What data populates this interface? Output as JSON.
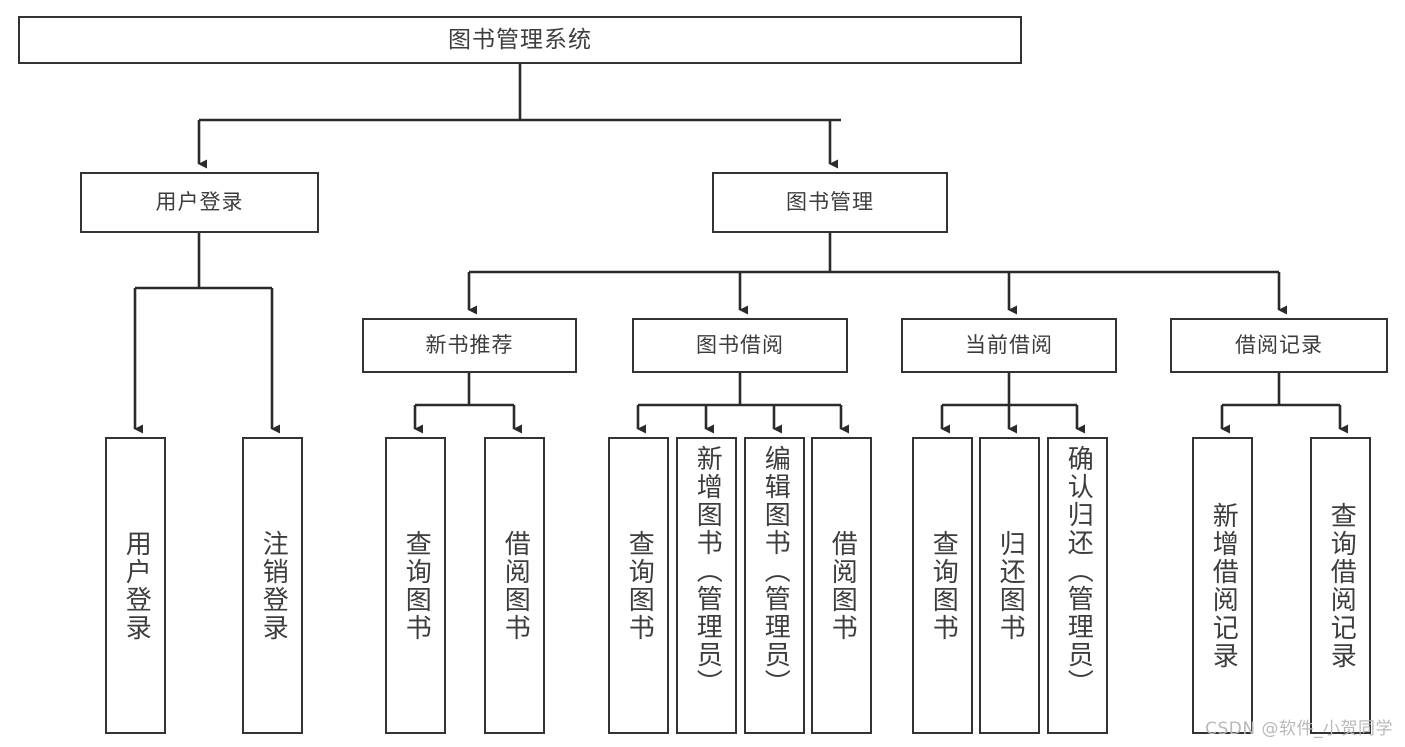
{
  "diagram": {
    "title": "图书管理系统",
    "type": "tree",
    "watermark": "CSDN @软件_小贺同学",
    "colors": {
      "background": "#ffffff",
      "box_border": "#333333",
      "box_fill": "#ffffff",
      "text": "#3d3d3d",
      "connector": "#2b2b2b",
      "watermark": "#b9b9b9"
    },
    "root": {
      "label": "图书管理系统"
    },
    "level2": [
      {
        "label": "用户登录"
      },
      {
        "label": "图书管理"
      }
    ],
    "level3": [
      {
        "label": "新书推荐"
      },
      {
        "label": "图书借阅"
      },
      {
        "label": "当前借阅"
      },
      {
        "label": "借阅记录"
      }
    ],
    "leaves": {
      "user_login": [
        {
          "label": "用户登录"
        },
        {
          "label": "注销登录"
        }
      ],
      "new_book_recommend": [
        {
          "label": "查询图书"
        },
        {
          "label": "借阅图书"
        }
      ],
      "book_borrow": [
        {
          "label": "查询图书"
        },
        {
          "label": "新增图书（管理员）"
        },
        {
          "label": "编辑图书（管理员）"
        },
        {
          "label": "借阅图书"
        }
      ],
      "current_borrow": [
        {
          "label": "查询图书"
        },
        {
          "label": "归还图书"
        },
        {
          "label": "确认归还（管理员）"
        }
      ],
      "borrow_record": [
        {
          "label": "新增借阅记录"
        },
        {
          "label": "查询借阅记录"
        }
      ]
    }
  }
}
